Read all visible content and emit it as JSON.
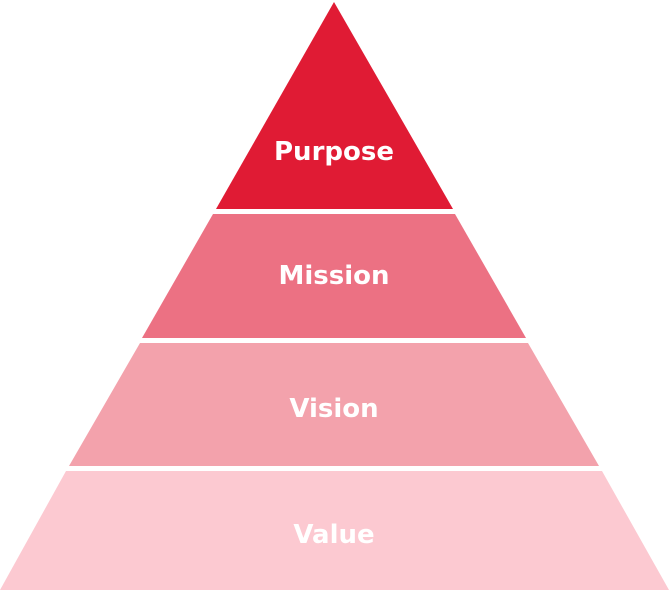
{
  "pyramid": {
    "tiers": [
      {
        "label": "Purpose",
        "color": "#e01b34"
      },
      {
        "label": "Mission",
        "color": "#ec7183"
      },
      {
        "label": "Vision",
        "color": "#f3a2ac"
      },
      {
        "label": "Value",
        "color": "#fcc9d1"
      }
    ]
  }
}
